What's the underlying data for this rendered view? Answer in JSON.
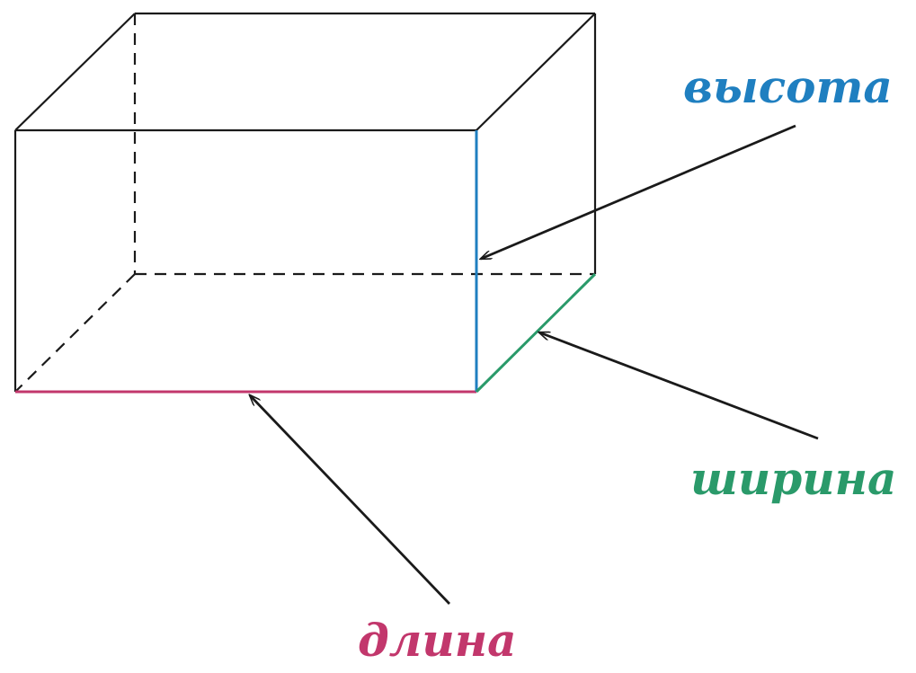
{
  "labels": {
    "height": "высота",
    "width": "ширина",
    "length": "длина"
  },
  "colors": {
    "edge": "#1a1a1a",
    "height": "#1f7fc0",
    "width": "#2a9a6a",
    "length": "#c2376c",
    "arrow": "#1a1a1a",
    "background": "#ffffff"
  }
}
